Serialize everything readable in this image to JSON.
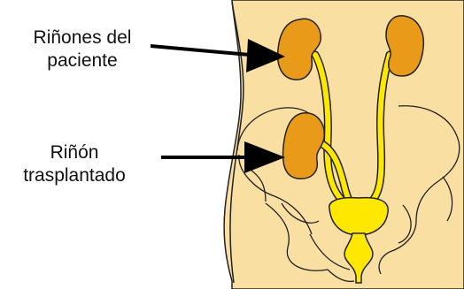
{
  "labels": {
    "patient_kidneys": [
      "Riñones del",
      "paciente"
    ],
    "transplanted_kidney": [
      "Riñón",
      "trasplantado"
    ]
  },
  "colors": {
    "body_fill": "#f9dfa2",
    "kidney_fill": "#e89a18",
    "urinary_tract": "#ffe800",
    "outline": "#222222",
    "arrow": "#000000"
  },
  "icons": {
    "arrow_patient": "arrow-right-icon",
    "arrow_transplant": "arrow-right-icon"
  }
}
